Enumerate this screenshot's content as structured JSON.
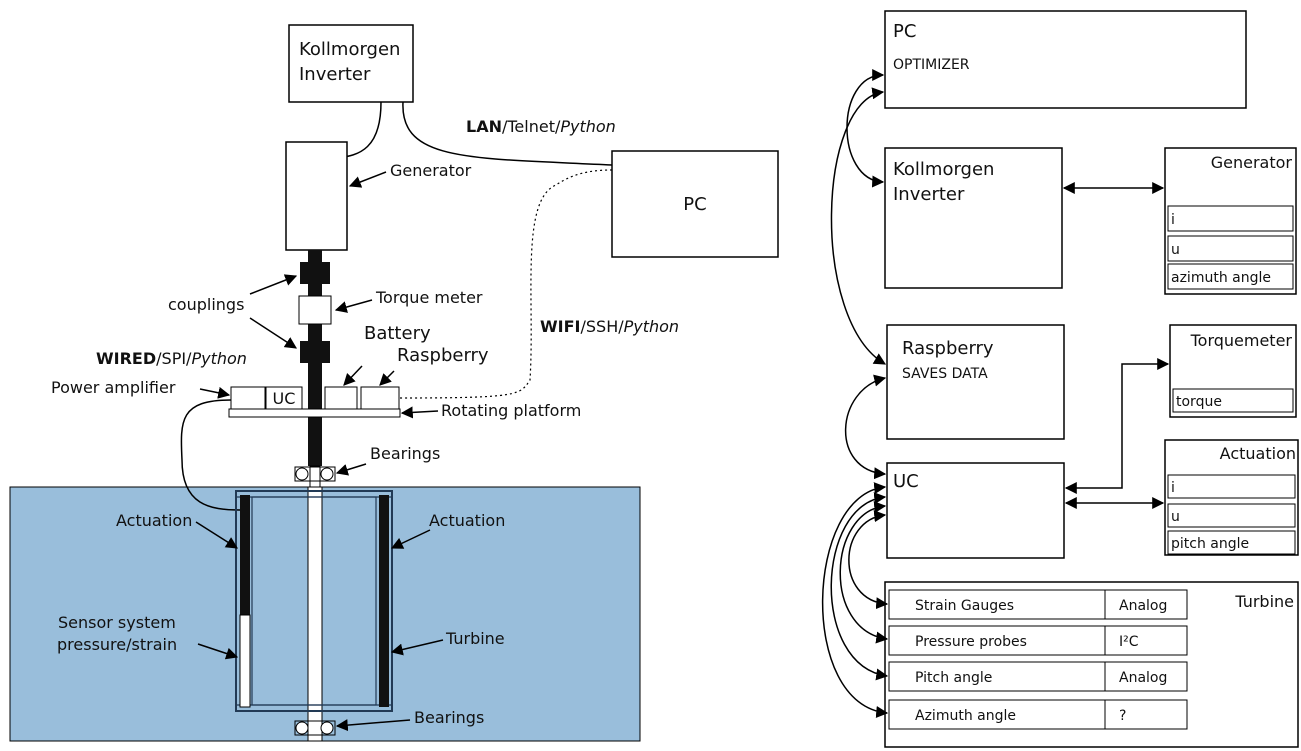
{
  "left": {
    "inverter": [
      "Kollmorgen",
      "Inverter"
    ],
    "pc": "PC",
    "lan": {
      "bold": "LAN",
      "mid": "/Telnet/",
      "ital": "Python"
    },
    "wifi": {
      "bold": "WIFI",
      "mid": "/SSH/",
      "ital": "Python"
    },
    "wired": {
      "bold": "WIRED",
      "mid": "/SPI/",
      "ital": "Python"
    },
    "generator": "Generator",
    "couplings": "couplings",
    "torque_meter": "Torque meter",
    "battery": "Battery",
    "raspberry": "Raspberry",
    "power_amplifier": "Power amplifier",
    "uc": "UC",
    "rotating_platform": "Rotating platform",
    "bearings_top": "Bearings",
    "bearings_bottom": "Bearings",
    "actuation_left": "Actuation",
    "actuation_right": "Actuation",
    "sensor_system": [
      "Sensor system",
      "pressure/strain"
    ],
    "turbine": "Turbine"
  },
  "right": {
    "pc_title": "PC",
    "pc_sub": "OPTIMIZER",
    "inverter": [
      "Kollmorgen",
      "Inverter"
    ],
    "generator": {
      "title": "Generator",
      "rows": [
        "i",
        "u",
        "azimuth angle"
      ]
    },
    "raspberry_title": "Raspberry",
    "raspberry_sub": "SAVES DATA",
    "torquemeter": {
      "title": "Torquemeter",
      "rows": [
        "torque"
      ]
    },
    "uc": "UC",
    "actuation": {
      "title": "Actuation",
      "rows": [
        "i",
        "u",
        "pitch angle"
      ]
    },
    "turbine": {
      "title": "Turbine",
      "rows": [
        {
          "name": "Strain Gauges",
          "type": "Analog"
        },
        {
          "name": "Pressure probes",
          "type": "I²C"
        },
        {
          "name": "Pitch angle",
          "type": "Analog"
        },
        {
          "name": "Azimuth angle",
          "type": "?"
        }
      ]
    }
  },
  "colors": {
    "water": "#99bedb",
    "shaft": "#111111"
  }
}
